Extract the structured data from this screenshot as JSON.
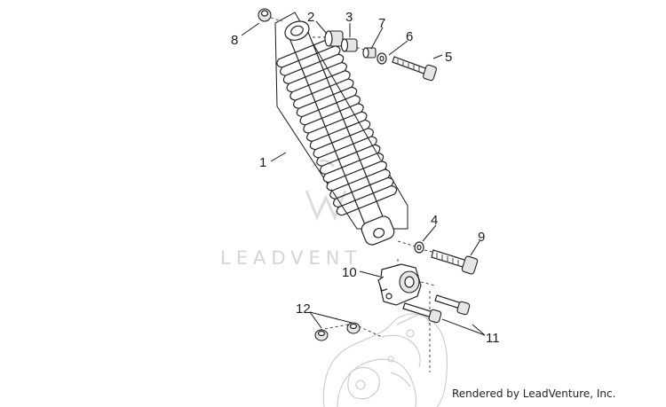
{
  "watermark": "LEADVENT",
  "credit": "Rendered by LeadVenture, Inc.",
  "callouts": [
    "1",
    "2",
    "3",
    "4",
    "5",
    "6",
    "7",
    "8",
    "9",
    "10",
    "11",
    "12"
  ]
}
